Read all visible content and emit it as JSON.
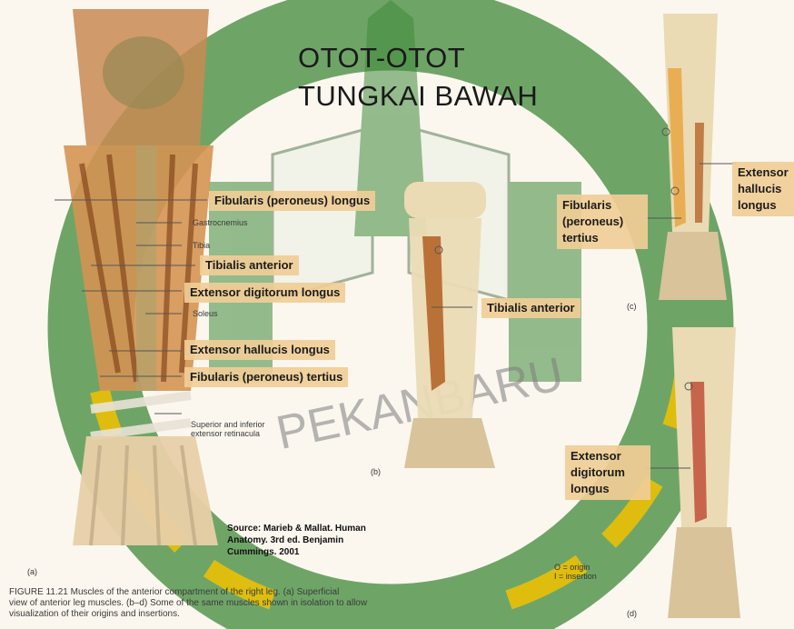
{
  "slide": {
    "title_lines": [
      "OTOT-OTOT",
      "TUNGKAI BAWAH"
    ],
    "watermark_text": "PEKANBARU"
  },
  "figure_a": {
    "labels": {
      "fibularis_longus": "Fibularis (peroneus) longus",
      "tibialis_anterior": "Tibialis anterior",
      "extensor_digitorum_longus": "Extensor digitorum longus",
      "extensor_hallucis_longus": "Extensor hallucis longus",
      "fibularis_tertius": "Fibularis (peroneus) tertius"
    },
    "small_labels": {
      "gastrocnemius": "Gastrocnemius",
      "tibia": "Tibia",
      "soleus": "Soleus",
      "retinacula_1": "Superior and inferior",
      "retinacula_2": "extensor retinacula"
    },
    "panel_tag": "(a)"
  },
  "figure_b": {
    "label": "Tibialis anterior",
    "panel_tag": "(b)"
  },
  "figure_c": {
    "label_left": [
      "Fibularis",
      "(peroneus)",
      "tertius"
    ],
    "label_right": [
      "Extensor",
      "hallucis",
      "longus"
    ],
    "panel_tag": "(c)"
  },
  "figure_d": {
    "label": [
      "Extensor",
      "digitorum",
      "longus"
    ],
    "legend_origin": "O = origin",
    "legend_insertion": "I = insertion",
    "panel_tag": "(d)"
  },
  "source": {
    "lines": [
      "Source: Marieb & Mallat. Human",
      "Anatomy. 3rd ed. Benjamin",
      "Cummings. 2001"
    ]
  },
  "caption": {
    "lines": [
      "FIGURE 11.21  Muscles of the anterior compartment of the right leg. (a) Superficial",
      "view of anterior leg muscles. (b–d) Some of the same muscles shown in isolation to allow",
      "visualization of their origins and insertions."
    ]
  },
  "colors": {
    "watermark": "#3f8a3a",
    "label_bg": "#f0cd96",
    "muscle": "#b5652a",
    "bone": "#eadbb4"
  }
}
